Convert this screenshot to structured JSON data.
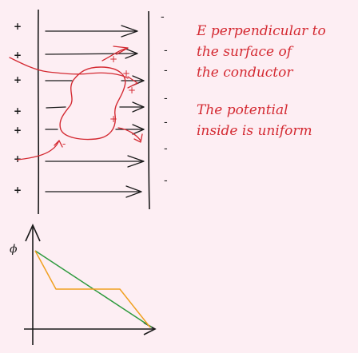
{
  "notes": {
    "field_note": [
      "E perpendicular to",
      "the surface of",
      "the conductor"
    ],
    "potential_note": [
      "The potential",
      "inside is uniform"
    ]
  },
  "axis_label": "ϕ",
  "charge_symbols": {
    "left_plate": "+",
    "right_plate": "-",
    "conductor_surface_positive": "+",
    "conductor_surface_negative": "-"
  },
  "colors": {
    "background": "#fdeef3",
    "ink": "#1a1a1a",
    "annotation": "#d42a32",
    "graph_without_conductor": "#2e9a3e",
    "graph_with_conductor": "#f0a020"
  }
}
